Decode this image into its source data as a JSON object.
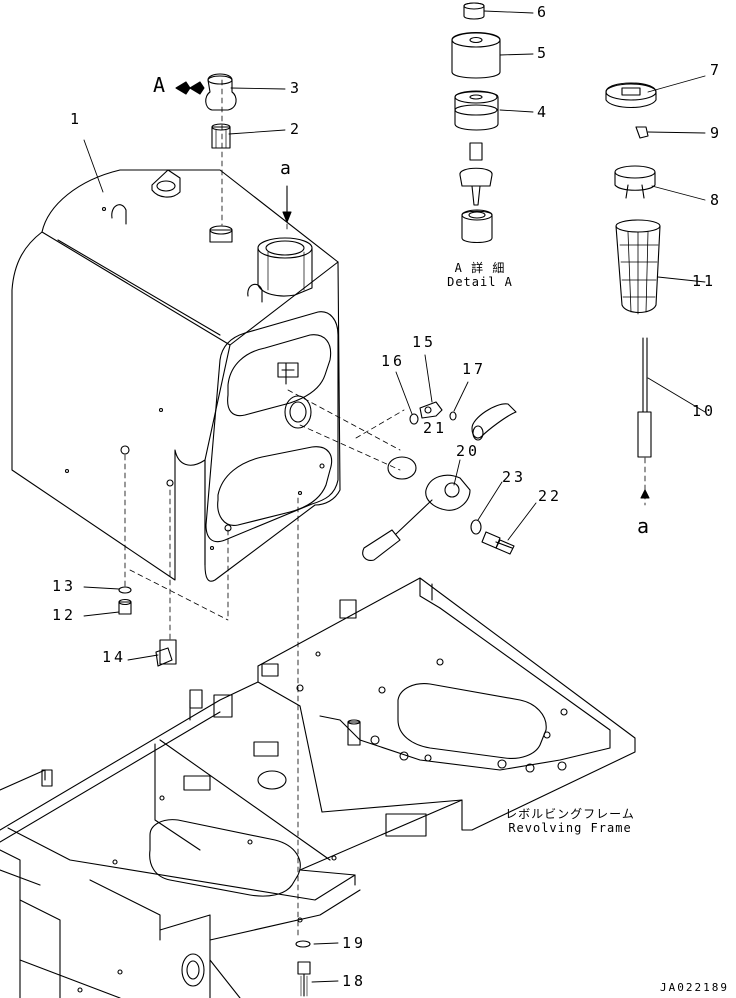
{
  "diagram": {
    "view_label": "A",
    "reference_letter": "a",
    "detail_caption": {
      "japanese": "A 詳 細",
      "english": "Detail A"
    },
    "frame_caption": {
      "japanese": "レボルビングフレーム",
      "english": "Revolving Frame"
    },
    "drawing_number": "JA022189",
    "callouts": [
      {
        "id": "1",
        "label": "1"
      },
      {
        "id": "2",
        "label": "2"
      },
      {
        "id": "3",
        "label": "3"
      },
      {
        "id": "4",
        "label": "4"
      },
      {
        "id": "5",
        "label": "5"
      },
      {
        "id": "6",
        "label": "6"
      },
      {
        "id": "7",
        "label": "7"
      },
      {
        "id": "8",
        "label": "8"
      },
      {
        "id": "9",
        "label": "9"
      },
      {
        "id": "10",
        "label": "10"
      },
      {
        "id": "11",
        "label": "11"
      },
      {
        "id": "12",
        "label": "12"
      },
      {
        "id": "13",
        "label": "13"
      },
      {
        "id": "14",
        "label": "14"
      },
      {
        "id": "15",
        "label": "15"
      },
      {
        "id": "16",
        "label": "16"
      },
      {
        "id": "17",
        "label": "17"
      },
      {
        "id": "18",
        "label": "18"
      },
      {
        "id": "19",
        "label": "19"
      },
      {
        "id": "20",
        "label": "20"
      },
      {
        "id": "21",
        "label": "21"
      },
      {
        "id": "22",
        "label": "22"
      },
      {
        "id": "23",
        "label": "23"
      }
    ]
  }
}
